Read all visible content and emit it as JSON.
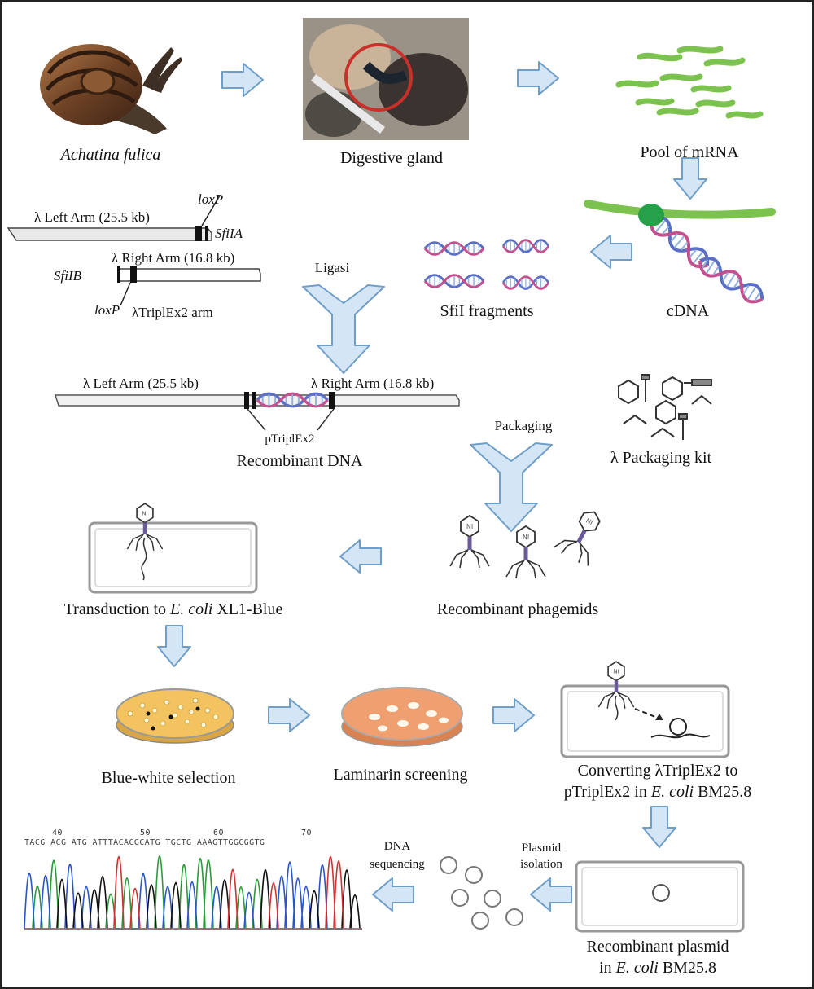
{
  "organism": "Achatina fulica",
  "tissue": "Digestive gland",
  "mrna": "Pool of mRNA",
  "cdna": "cDNA",
  "sfi_fragments": "SfiI fragments",
  "vector": {
    "left_arm": "λ Left Arm (25.5 kb)",
    "right_arm": "λ Right Arm (16.8 kb)",
    "loxp": "loxP",
    "sfi_a": "SfiIA",
    "sfi_b": "SfiIB",
    "arm_name": "λTriplEx2 arm"
  },
  "ligation": "Ligasi",
  "recombinant": {
    "left_arm": "λ Left Arm (25.5 kb)",
    "right_arm": "λ Right Arm (16.8 kb)",
    "insert": "pTriplEx2",
    "caption": "Recombinant DNA"
  },
  "packaging": "Packaging",
  "packaging_kit": "λ Packaging kit",
  "phagemids": "Recombinant phagemids",
  "transduction": {
    "prefix": "Transduction to ",
    "species": "E. coli",
    "suffix": " XL1-Blue"
  },
  "blue_white": "Blue-white selection",
  "laminarin": "Laminarin screening",
  "converting": {
    "line1": "Converting λTriplEx2 to",
    "line2_prefix": "pTriplEx2 in ",
    "species": "E. coli",
    "line2_suffix": " BM25.8"
  },
  "plasmid_isolation": {
    "line1": "Plasmid",
    "line2": "isolation"
  },
  "dna_sequencing": {
    "line1": "DNA",
    "line2": "sequencing"
  },
  "recombinant_plasmid": {
    "line1": "Recombinant plasmid",
    "line2_prefix": "in ",
    "species": "E. coli",
    "line2_suffix": " BM25.8"
  },
  "chromatogram": {
    "positions": [
      "40",
      "50",
      "60",
      "70"
    ],
    "sequence": "TACG ACG ATG ATTTACACGCATG TGCTG AAAGTTGGCGGTG"
  },
  "colors": {
    "arrow_fill": "#d4e6f5",
    "arrow_stroke": "#6f9ec8",
    "mrna_green": "#7cc24e",
    "plate_yellow": "#f2c35e",
    "plate_orange": "#f0a070"
  }
}
